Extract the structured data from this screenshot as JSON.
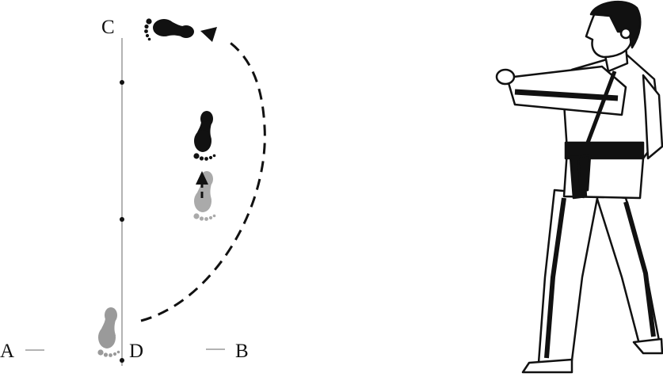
{
  "diagram": {
    "labels": {
      "a": "A",
      "b": "B",
      "c": "C",
      "d": "D"
    },
    "colors": {
      "ink": "#111111",
      "ghost_foot": "#9a9a9a",
      "guide_line": "#9a9a9a"
    },
    "icons": [
      "footprint-icon",
      "arrow-icon",
      "taekwondo-figure"
    ]
  }
}
